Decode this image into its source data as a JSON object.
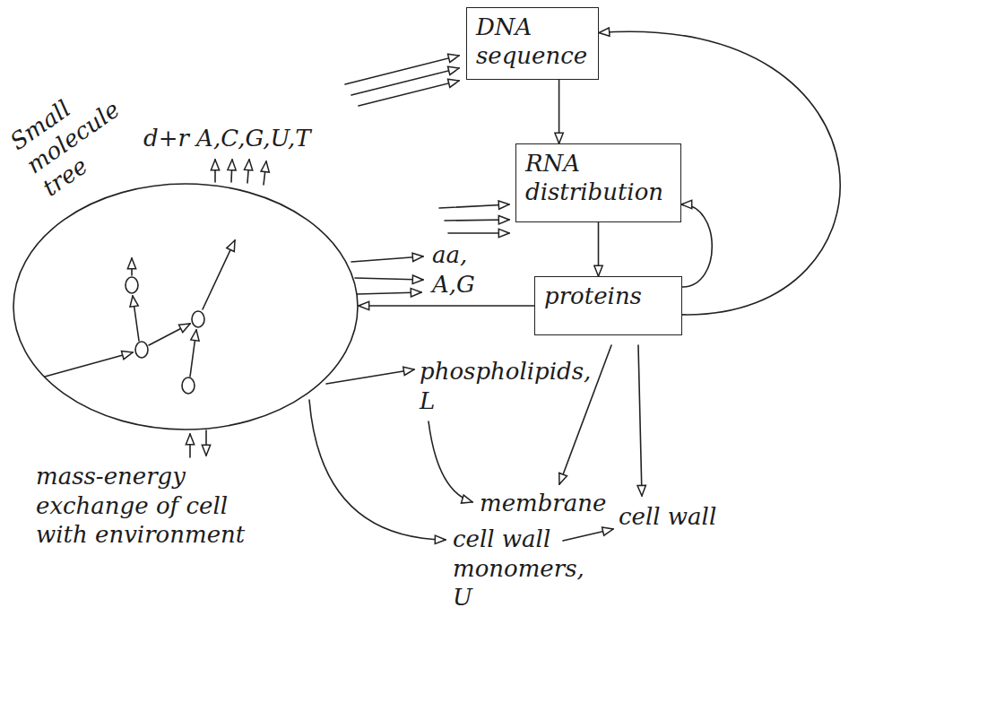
{
  "diagram": {
    "nodes": [
      {
        "text": [
          "DNA sequence"
        ]
      },
      {
        "text": [
          "Small molecule tree"
        ]
      },
      {
        "text": [
          "RNA distribution"
        ]
      },
      {
        "text": [
          "proteins"
        ]
      }
    ],
    "edges": [
      {
        "from": 0,
        "to": 2,
        "arrow": "to"
      },
      {
        "from": 2,
        "to": 3,
        "arrow": "to"
      },
      {
        "from": 3,
        "to": 0,
        "arrow": "to"
      },
      {
        "from": 3,
        "to": 2,
        "arrow": "to"
      },
      {
        "from": 3,
        "to": 1,
        "arrow": "to"
      }
    ],
    "labels": [
      "d+r A,C,G,U,T",
      "aa, A,G",
      "phospholipids, L",
      "membrane",
      "cell wall",
      "cell wall monomers, U",
      "mass-energy exchange of cell with environment"
    ]
  }
}
